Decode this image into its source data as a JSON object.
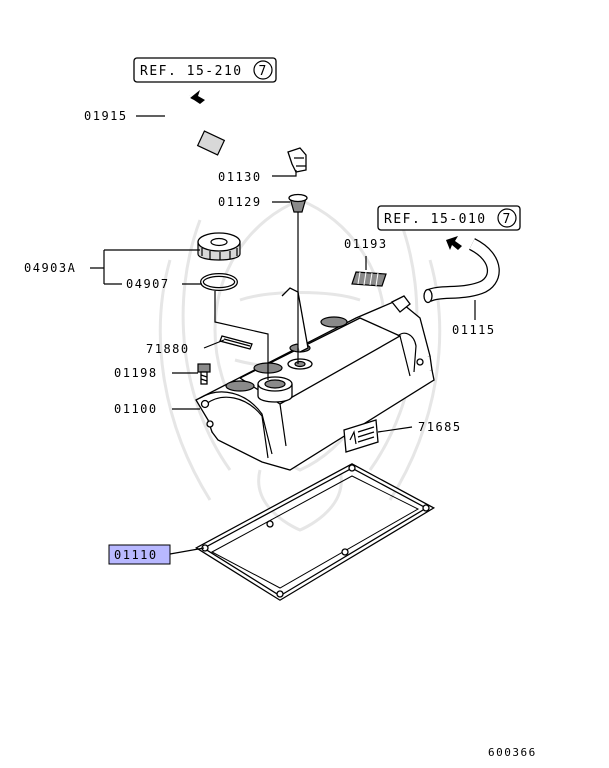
{
  "refs": [
    {
      "text": "REF. 15-210",
      "circle": "7"
    },
    {
      "text": "REF. 15-010",
      "circle": "7"
    }
  ],
  "callouts": {
    "p01915": "01915",
    "p01130": "01130",
    "p01129": "01129",
    "p04903A": "04903A",
    "p04907": "04907",
    "p01193": "01193",
    "p01115": "01115",
    "p71880": "71880",
    "p01198": "01198",
    "p01100": "01100",
    "p71685": "71685",
    "p01110": "01110"
  },
  "highlight": {
    "part": "01110",
    "color": "#b8b8ff"
  },
  "diagram_id": "600366"
}
